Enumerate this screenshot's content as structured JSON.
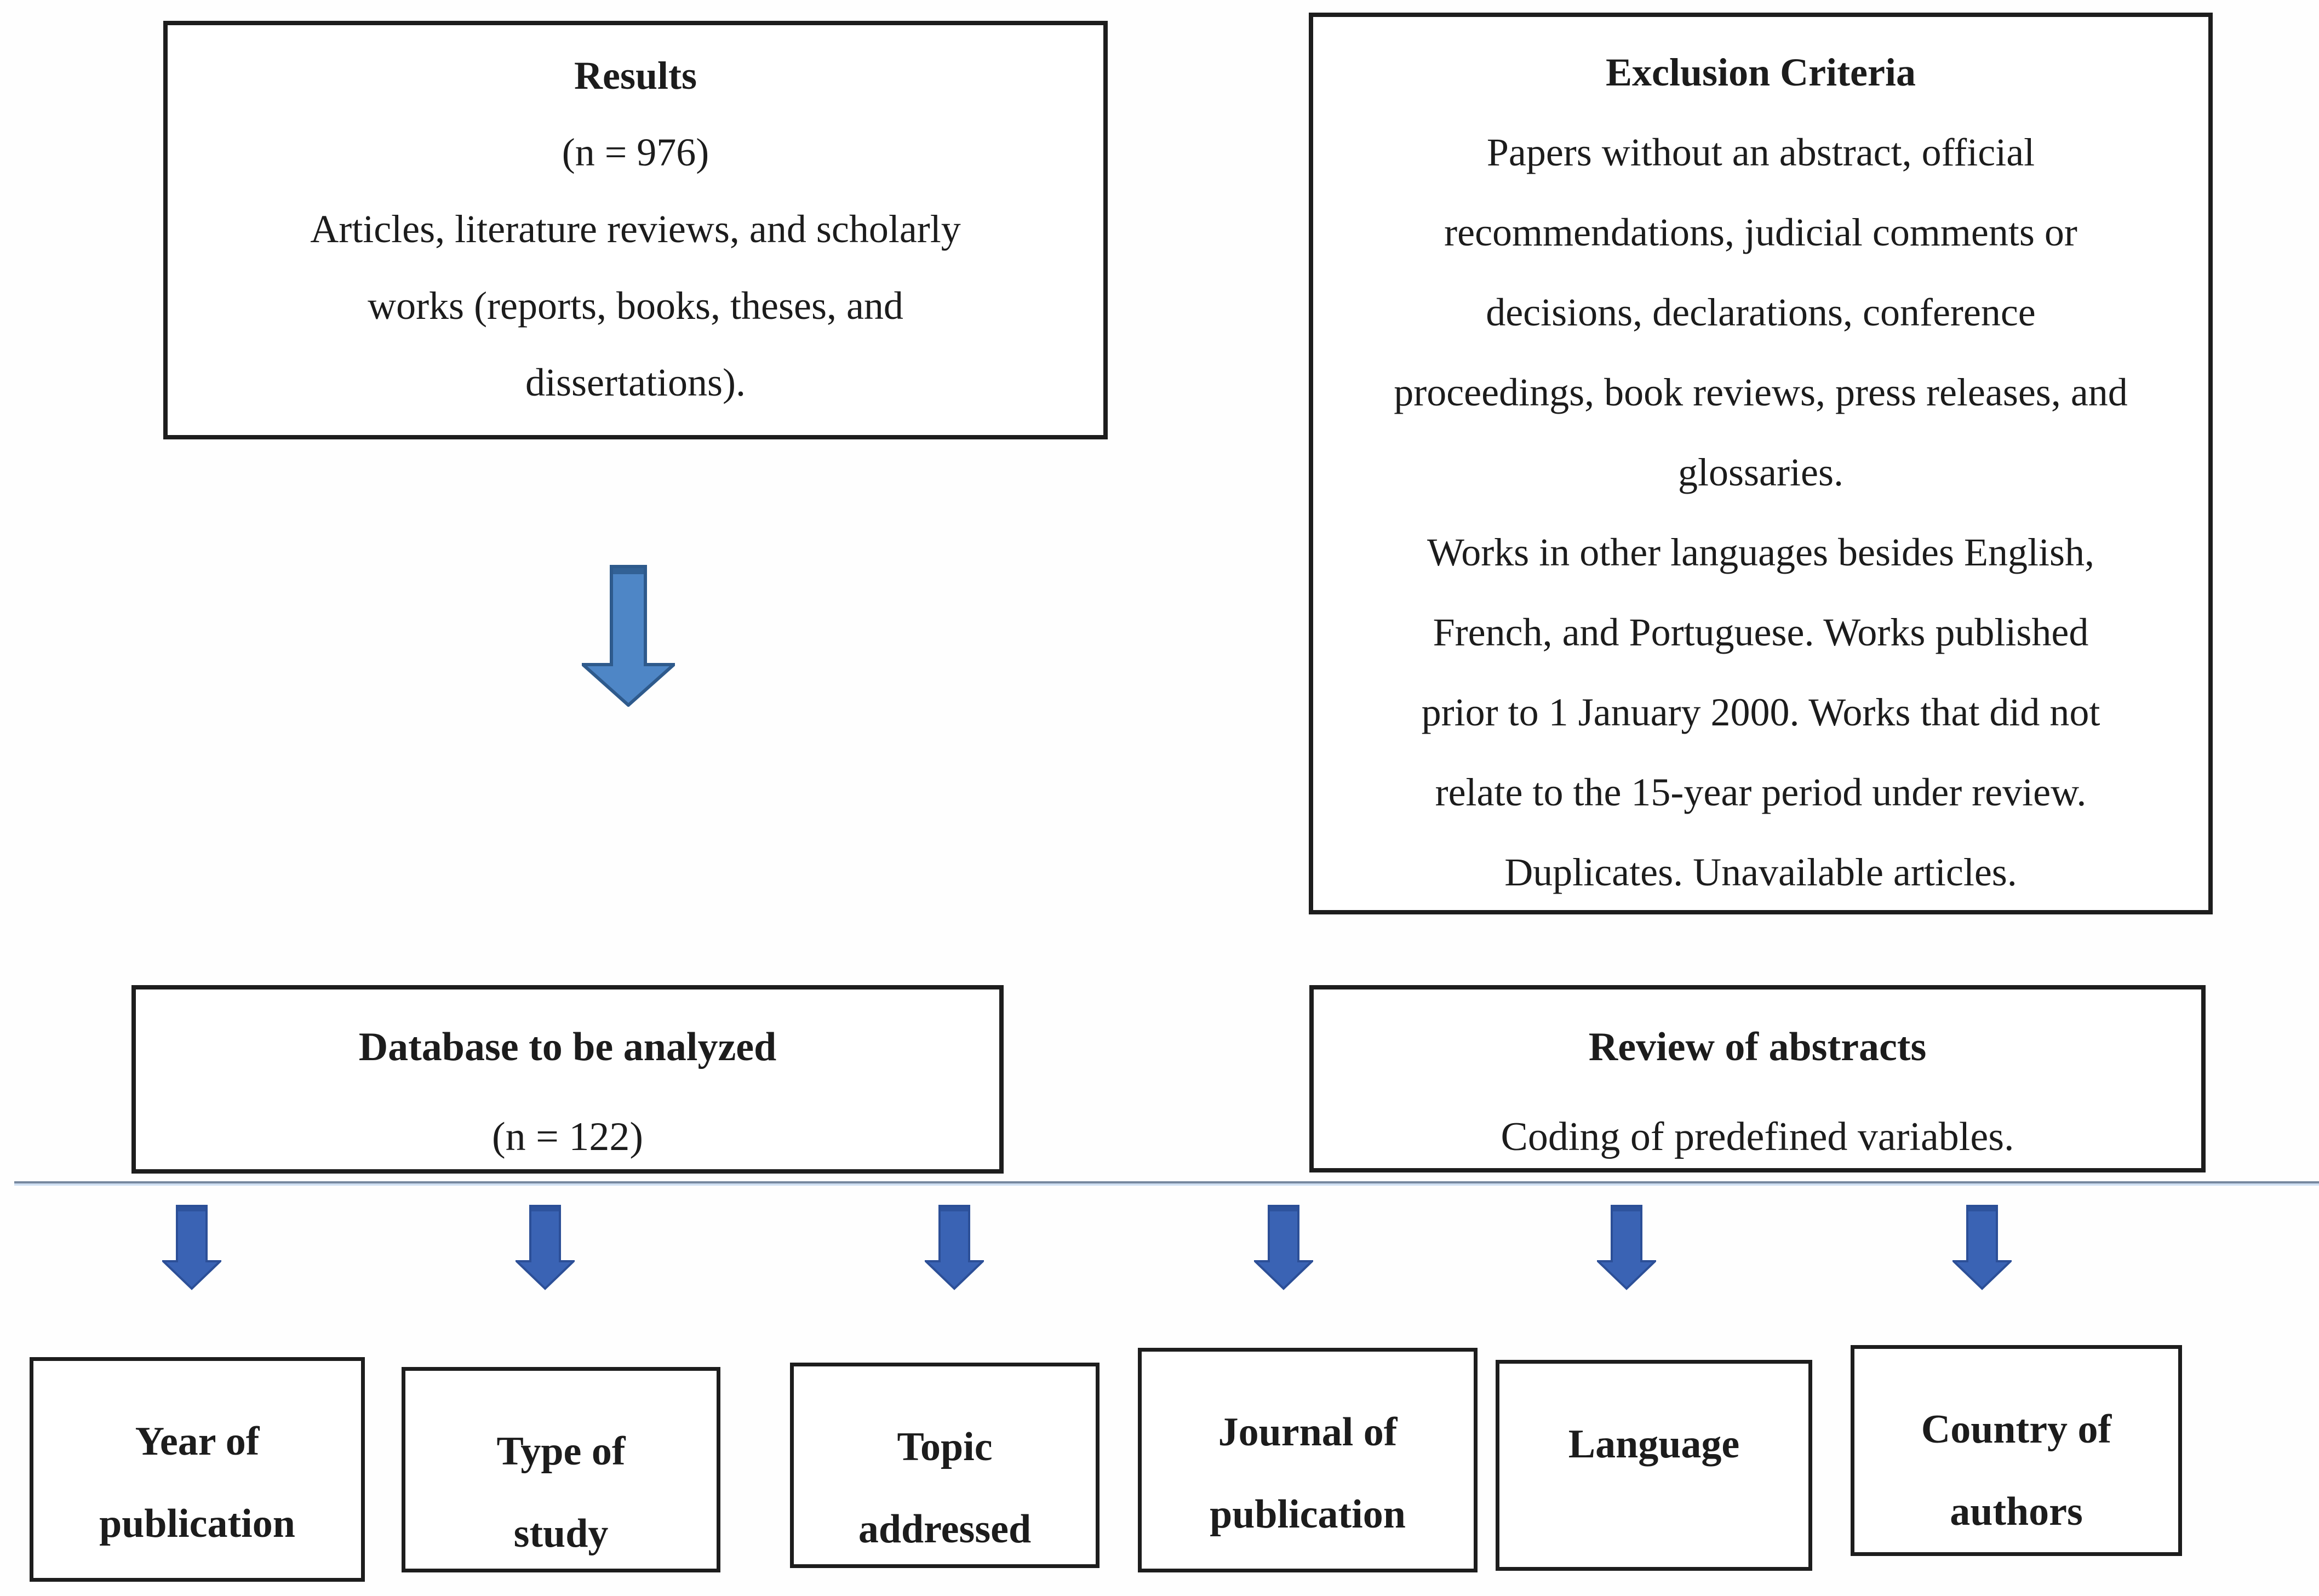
{
  "results_box": {
    "title": "Results",
    "lines": [
      "(n = 976)",
      "Articles, literature reviews, and scholarly",
      "works (reports, books, theses, and",
      "dissertations)."
    ]
  },
  "exclusion_box": {
    "title": "Exclusion Criteria",
    "lines": [
      "Papers without an abstract, official",
      "recommendations, judicial comments or",
      "decisions, declarations, conference",
      "proceedings, book reviews, press releases, and",
      "glossaries.",
      "Works in other languages besides English,",
      "French, and Portuguese. Works published",
      "prior to 1 January 2000. Works that did not",
      "relate to the 15-year period under review.",
      "Duplicates. Unavailable articles."
    ]
  },
  "database_box": {
    "title": "Database to be analyzed",
    "subtitle": "(n = 122)"
  },
  "review_box": {
    "title": "Review of abstracts",
    "subtitle": "Coding of predefined variables."
  },
  "variable_boxes": [
    {
      "line1": "Year of",
      "line2": "publication"
    },
    {
      "line1": "Type of",
      "line2": "study"
    },
    {
      "line1": "Topic",
      "line2": "addressed"
    },
    {
      "line1": "Journal of",
      "line2": "publication"
    },
    {
      "line1": "Language",
      "line2": ""
    },
    {
      "line1": "Country of",
      "line2": "authors"
    }
  ],
  "colors": {
    "box_border": "#1d1d1d",
    "arrow_large_fill": "#4E86C6",
    "arrow_large_stroke": "#2E5A8C",
    "arrow_small_fill": "#3A63B4",
    "arrow_small_stroke": "#2C4F97",
    "divider_top": "#77889F",
    "divider_bottom": "#CFDFF2"
  }
}
